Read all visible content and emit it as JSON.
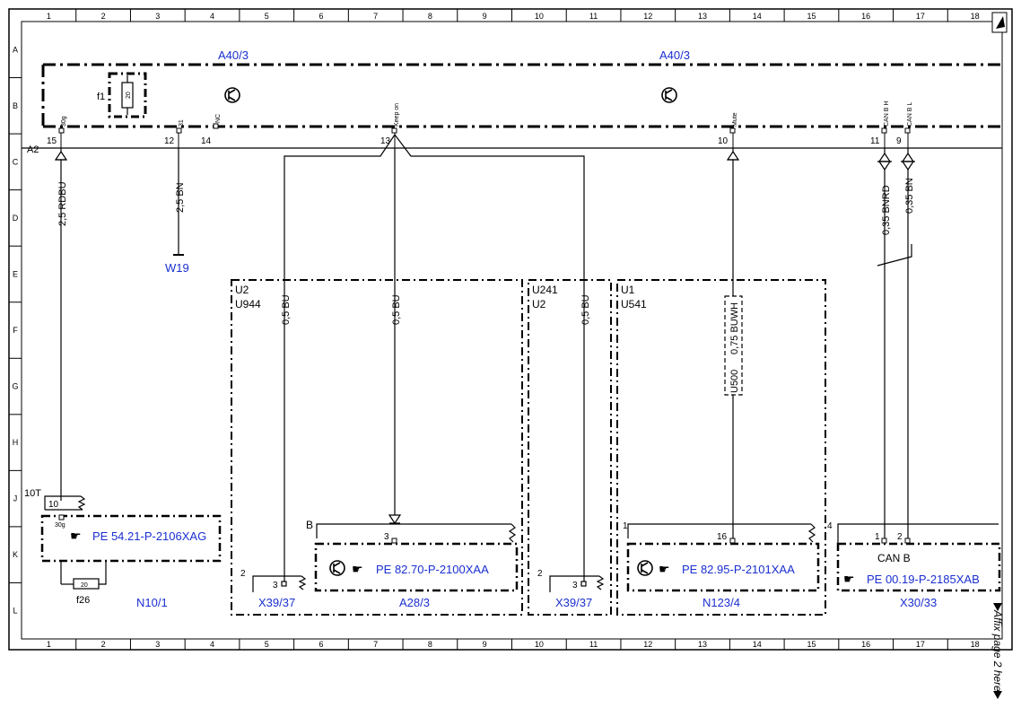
{
  "ruler": {
    "columns": [
      "1",
      "2",
      "3",
      "4",
      "5",
      "6",
      "7",
      "8",
      "9",
      "10",
      "11",
      "12",
      "13",
      "14",
      "15",
      "16",
      "17",
      "18"
    ],
    "rows": [
      "A",
      "B",
      "C",
      "D",
      "E",
      "F",
      "G",
      "H",
      "J",
      "K",
      "L"
    ]
  },
  "components": {
    "a40_left": "A40/3",
    "a40_right": "A40/3",
    "f1": "f1",
    "f1_value": "20",
    "a2": "A2",
    "w19": "W19",
    "u2_a": "U2",
    "u944": "U944",
    "u241": "U241",
    "u2_b": "U2",
    "u1": "U1",
    "u541": "U541",
    "u500": "U500",
    "t10": "10T",
    "f26": "f26",
    "f26_value": "20",
    "n10": "N10/1",
    "x3937_a": "X39/37",
    "a283": "A28/3",
    "x3937_b": "X39/37",
    "n1234": "N123/4",
    "x3033": "X30/33",
    "can_b": "CAN B",
    "b_label": "B"
  },
  "refs": {
    "pe1": "PE 54.21-P-2106XAG",
    "pe2": "PE 82.70-P-2100XAA",
    "pe3": "PE 82.95-P-2101XAA",
    "pe4": "PE 00.19-P-2185XAB"
  },
  "pins": {
    "p15": "15",
    "p12": "12",
    "p14": "14",
    "p13": "13",
    "p10": "10",
    "p11": "11",
    "p9": "9",
    "p30g": "30g",
    "p31": "31",
    "pnc": "NC",
    "pkeep": "Keep on",
    "pmute": "Mute",
    "pcanh": "CAN B H",
    "pcanl": "CAN B L",
    "p10_j": "10",
    "p30g_k": "30g",
    "p3_a": "3",
    "p3_b": "3",
    "p3_c": "3",
    "p16": "16",
    "p1": "1",
    "p2": "2",
    "p2_a": "2",
    "p2_b": "2",
    "p1_n": "1",
    "p4": "4"
  },
  "wires": {
    "w1": "2,5 RDBU",
    "w2": "2,5 BN",
    "w3": "0,5 BU",
    "w4": "0,5 BU",
    "w5": "0,5 BU",
    "w6": "0,75 BUWH",
    "w7": "0,35 BNRD",
    "w8": "0,35 BN"
  },
  "side_note": "Affix page 2 here"
}
